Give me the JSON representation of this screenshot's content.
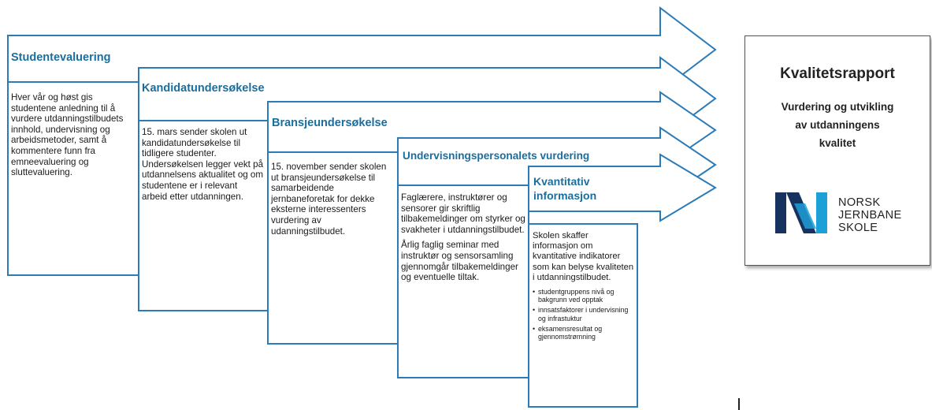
{
  "colors": {
    "arrow_outline": "#2b7bb9",
    "heading": "#1a6e9e",
    "text": "#1a1a1a",
    "logo_dark": "#17325f",
    "logo_light": "#1d9fd7"
  },
  "stages": [
    {
      "title": "Studentevaluering",
      "body": [
        "Hver vår og høst gis studentene anledning til å vurdere utdanningstilbudets innhold, undervisning og arbeidsmetoder, samt å kommentere funn fra emneevaluering og sluttevaluering."
      ]
    },
    {
      "title": "Kandidatundersøkelse",
      "body": [
        "15. mars sender skolen ut kandidatundersøkelse til tidligere studenter. Undersøkelsen legger vekt på utdannelsens aktualitet og om studentene er i relevant arbeid etter utdanningen."
      ]
    },
    {
      "title": "Bransjeundersøkelse",
      "body": [
        "15. november sender skolen ut bransjeundersøkelse til samarbeidende jernbaneforetak for dekke eksterne interessenters vurdering av udanningstilbudet."
      ]
    },
    {
      "title": "Undervisningspersonalets vurdering",
      "body": [
        "Faglærere, instruktører og sensorer gir skriftlig tilbakemeldinger om styrker og svakheter i utdanningstilbudet.",
        "Årlig faglig seminar med instruktør og sensorsamling gjennomgår tilbakemeldinger og eventuelle tiltak."
      ]
    },
    {
      "title": "Kvantitativ informasjon",
      "body": [
        "Skolen skaffer informasjon om kvantitative indikatorer som kan belyse kvaliteten i utdanningstilbudet."
      ],
      "bullets": [
        "studentgruppens nivå og bakgrunn ved opptak",
        "innsatsfaktorer i undervisning og infrastuktur",
        "eksamensresultat og gjennomstrømning"
      ]
    }
  ],
  "report": {
    "title": "Kvalitetsrapport",
    "subtitle": "Vurdering og utvikling\nav utdanningens\nkvalitet",
    "logo": {
      "icon": "norsk-jernbaneskole-logo-icon",
      "lines": [
        "NORSK",
        "JERNBANE",
        "SKOLE"
      ]
    }
  }
}
